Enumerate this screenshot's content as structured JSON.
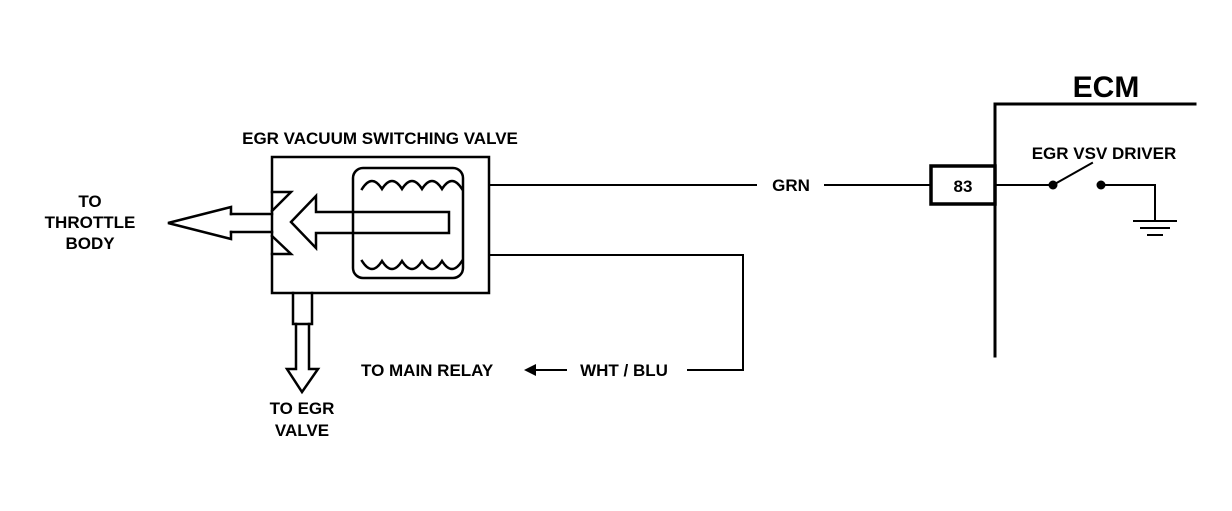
{
  "diagram": {
    "valve_title": "EGR VACUUM SWITCHING VALVE",
    "throttle_label": [
      "TO",
      "THROTTLE",
      "BODY"
    ],
    "egr_valve_label": [
      "TO EGR",
      "VALVE"
    ],
    "wire_grn": "GRN",
    "wire_wht_blu": "WHT / BLU",
    "main_relay": "TO MAIN RELAY",
    "ecm_title": "ECM",
    "pin": "83",
    "driver_label": "EGR VSV DRIVER"
  }
}
